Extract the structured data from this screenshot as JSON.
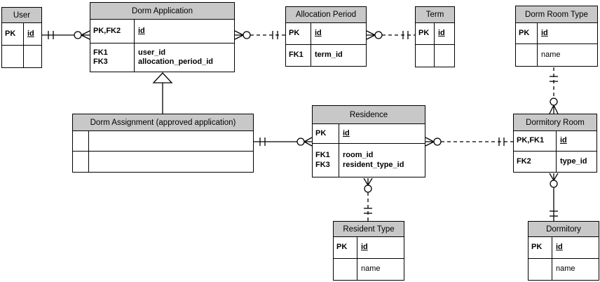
{
  "colors": {
    "header_bg": "#c8c8c8",
    "line": "#000000",
    "canvas_bg": "#ffffff"
  },
  "entities": {
    "user": {
      "title": "User",
      "rows": [
        {
          "key": "PK",
          "attr": "id"
        },
        {
          "key": "",
          "attr": ""
        }
      ]
    },
    "dorm_application": {
      "title": "Dorm Application",
      "rows": [
        {
          "key": "PK,FK2",
          "attr": "id"
        },
        {
          "key": "FK1",
          "attr": "user_id"
        },
        {
          "key": "FK3",
          "attr": "allocation_period_id"
        }
      ]
    },
    "allocation_period": {
      "title": "Allocation Period",
      "rows": [
        {
          "key": "PK",
          "attr": "id"
        },
        {
          "key": "FK1",
          "attr": "term_id"
        }
      ]
    },
    "term": {
      "title": "Term",
      "rows": [
        {
          "key": "PK",
          "attr": "id"
        },
        {
          "key": "",
          "attr": ""
        }
      ]
    },
    "dorm_room_type": {
      "title": "Dorm Room Type",
      "rows": [
        {
          "key": "PK",
          "attr": "id"
        },
        {
          "key": "",
          "attr": "name"
        }
      ]
    },
    "dorm_assignment": {
      "title": "Dorm Assignment (approved application)",
      "rows": [
        {
          "key": "",
          "attr": ""
        },
        {
          "key": "",
          "attr": ""
        }
      ]
    },
    "residence": {
      "title": "Residence",
      "rows": [
        {
          "key": "PK",
          "attr": "id"
        },
        {
          "key": "FK1",
          "attr": "room_id"
        },
        {
          "key": "FK3",
          "attr": "resident_type_id"
        }
      ]
    },
    "dormitory_room": {
      "title": "Dormitory Room",
      "rows": [
        {
          "key": "PK,FK1",
          "attr": "id"
        },
        {
          "key": "FK2",
          "attr": "type_id"
        }
      ]
    },
    "resident_type": {
      "title": "Resident Type",
      "rows": [
        {
          "key": "PK",
          "attr": "id"
        },
        {
          "key": "",
          "attr": "name"
        }
      ]
    },
    "dormitory": {
      "title": "Dormitory",
      "rows": [
        {
          "key": "PK",
          "attr": "id"
        },
        {
          "key": "",
          "attr": "name"
        }
      ]
    }
  },
  "relationships": [
    {
      "from": "User",
      "to": "Dorm Application",
      "from_end": "one-and-only-one",
      "to_end": "zero-or-many",
      "line": "solid"
    },
    {
      "from": "Dorm Application",
      "to": "Allocation Period",
      "from_end": "zero-or-many",
      "to_end": "one-and-only-one",
      "line": "dashed"
    },
    {
      "from": "Allocation Period",
      "to": "Term",
      "from_end": "zero-or-many",
      "to_end": "one-and-only-one",
      "line": "dashed"
    },
    {
      "from": "Dorm Room Type",
      "to": "Dormitory Room",
      "from_end": "one-and-only-one",
      "to_end": "zero-or-many",
      "line": "dashed"
    },
    {
      "from": "Dorm Application",
      "to": "Dorm Assignment (approved application)",
      "type": "generalization",
      "symbol": "hollow-triangle",
      "line": "solid"
    },
    {
      "from": "Dorm Assignment (approved application)",
      "to": "Residence",
      "from_end": "one-and-only-one",
      "to_end": "zero-or-many",
      "line": "solid"
    },
    {
      "from": "Residence",
      "to": "Dormitory Room",
      "from_end": "zero-or-many",
      "to_end": "one-and-only-one",
      "line": "dashed"
    },
    {
      "from": "Residence",
      "to": "Resident Type",
      "from_end": "zero-or-many",
      "to_end": "one-and-only-one",
      "line": "dashed"
    },
    {
      "from": "Dormitory Room",
      "to": "Dormitory",
      "from_end": "zero-or-many",
      "to_end": "one-and-only-one",
      "line": "solid"
    }
  ]
}
